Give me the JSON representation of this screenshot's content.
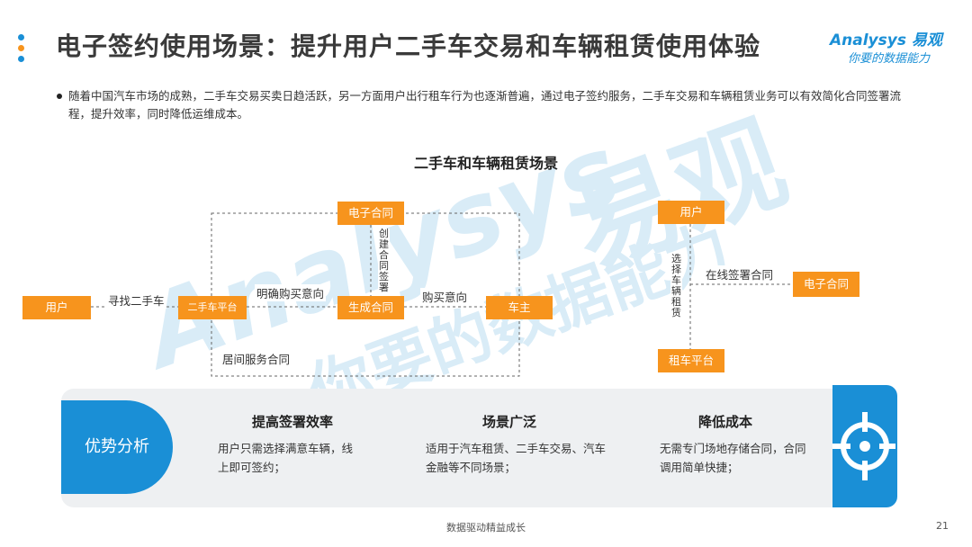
{
  "header": {
    "title": "电子签约使用场景：提升用户二手车交易和车辆租赁使用体验",
    "logo_main": "Analysys 易观",
    "logo_sub": "你要的数据能力"
  },
  "intro": {
    "text": "随着中国汽车市场的成熟，二手车交易买卖日趋活跃，另一方面用户出行租车行为也逐渐普遍，通过电子签约服务，二手车交易和车辆租赁业务可以有效简化合同签署流程，提升效率，同时降低运维成本。"
  },
  "diagram": {
    "title": "二手车和车辆租赁场景",
    "left": {
      "user": "用户",
      "platform": "二手车平台",
      "contract": "电子合同",
      "generate": "生成合同",
      "owner": "车主",
      "edge_find": "寻找二手车",
      "edge_intent": "明确购买意向",
      "edge_create": "创建合同签署",
      "edge_buy": "购买意向",
      "edge_broker": "居间服务合同"
    },
    "right": {
      "user": "用户",
      "rental_platform": "租车平台",
      "contract": "电子合同",
      "edge_choose": "选择车辆租赁",
      "edge_online": "在线签署合同"
    }
  },
  "advantages": {
    "label": "优势分析",
    "columns": [
      {
        "title": "提高签署效率",
        "text": "用户只需选择满意车辆，线上即可签约；"
      },
      {
        "title": "场景广泛",
        "text": "适用于汽车租赁、二手车交易、汽车金融等不同场景；"
      },
      {
        "title": "降低成本",
        "text": "无需专门场地存储合同，合同调用简单快捷；"
      }
    ],
    "icon": "target-icon"
  },
  "footer": {
    "slogan": "数据驱动精益成长",
    "page": "21"
  },
  "colors": {
    "orange": "#f7941d",
    "blue": "#1a8fd6",
    "panel": "#eef0f2"
  }
}
